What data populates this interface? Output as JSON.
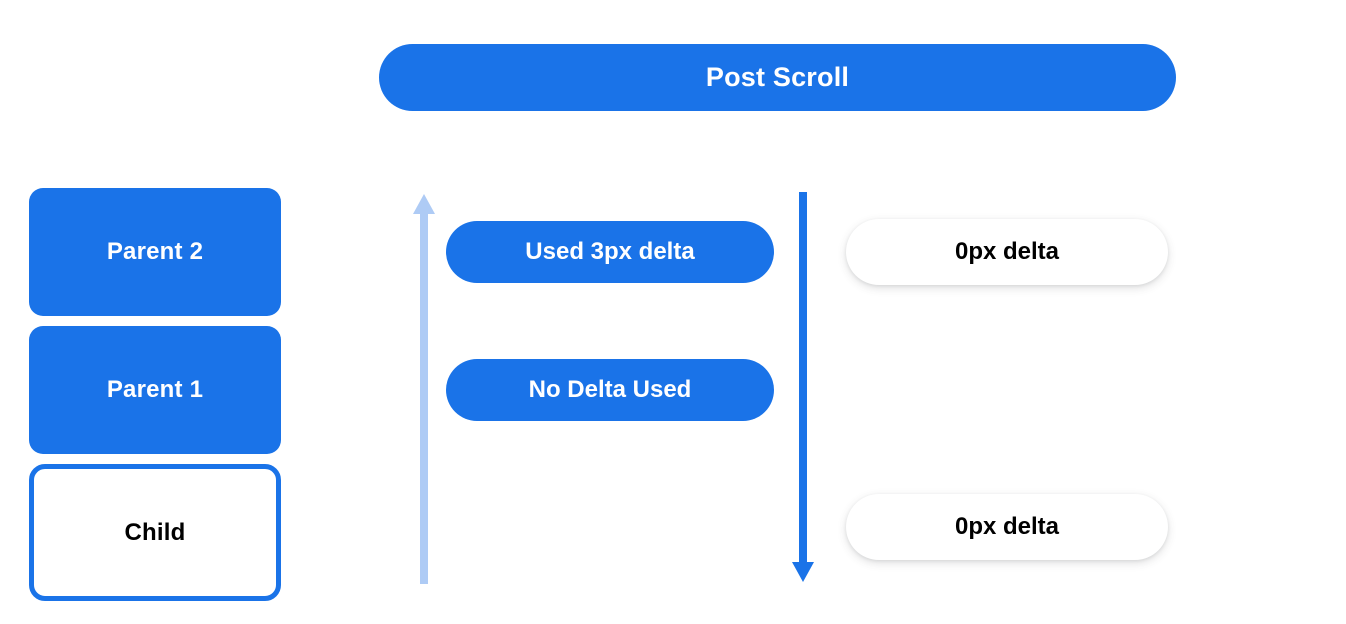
{
  "header": {
    "title": "Post Scroll"
  },
  "colors": {
    "primary_blue": "#1a73e8",
    "light_blue": "#aecbf5",
    "white": "#ffffff",
    "black": "#000000"
  },
  "left_column": {
    "nodes": [
      {
        "label": "Parent 2",
        "style": "filled"
      },
      {
        "label": "Parent 1",
        "style": "filled"
      },
      {
        "label": "Child",
        "style": "outlined"
      }
    ]
  },
  "arrows": [
    {
      "name": "scroll-up-arrow",
      "direction": "up",
      "color": "#aecbf5"
    },
    {
      "name": "scroll-down-arrow",
      "direction": "down",
      "color": "#1a73e8"
    }
  ],
  "middle_column": {
    "pills": [
      {
        "label": "Used 3px delta",
        "style": "blue"
      },
      {
        "label": "No Delta Used",
        "style": "blue"
      }
    ]
  },
  "right_column": {
    "pills": [
      {
        "label": "0px delta",
        "style": "white"
      },
      {
        "label": "0px delta",
        "style": "white"
      }
    ]
  }
}
